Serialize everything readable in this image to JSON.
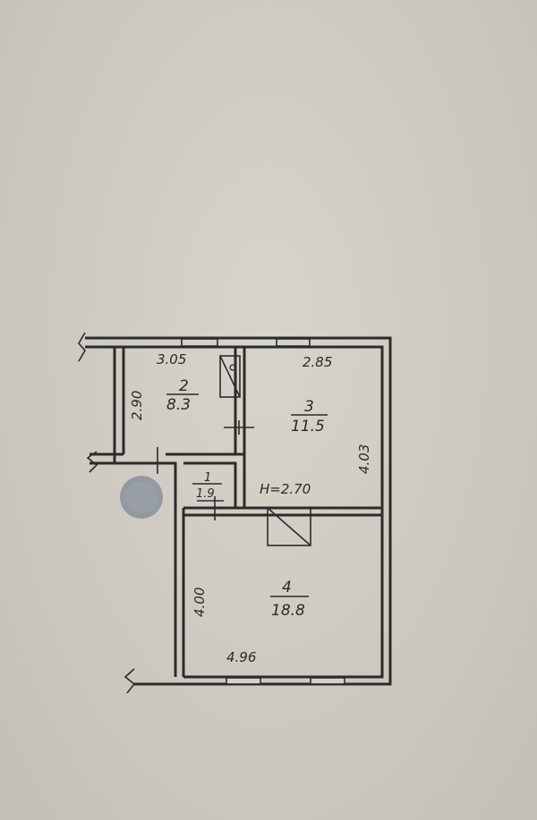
{
  "plan": {
    "rooms": [
      {
        "number": "2",
        "area": "8.3"
      },
      {
        "number": "3",
        "area": "11.5"
      },
      {
        "number": "1",
        "area": "1.9"
      },
      {
        "number": "4",
        "area": "18.8"
      }
    ],
    "dimensions": {
      "room2_width": "3.05",
      "room2_height": "2.90",
      "room3_width": "2.85",
      "room3_height": "4.03",
      "room4_height": "4.00",
      "room4_width": "4.96"
    },
    "ceiling_height": "H=2.70"
  },
  "colors": {
    "paper": "#d3cfc7",
    "ink": "#2b2b2b",
    "stamp": "#8a8f9b"
  }
}
